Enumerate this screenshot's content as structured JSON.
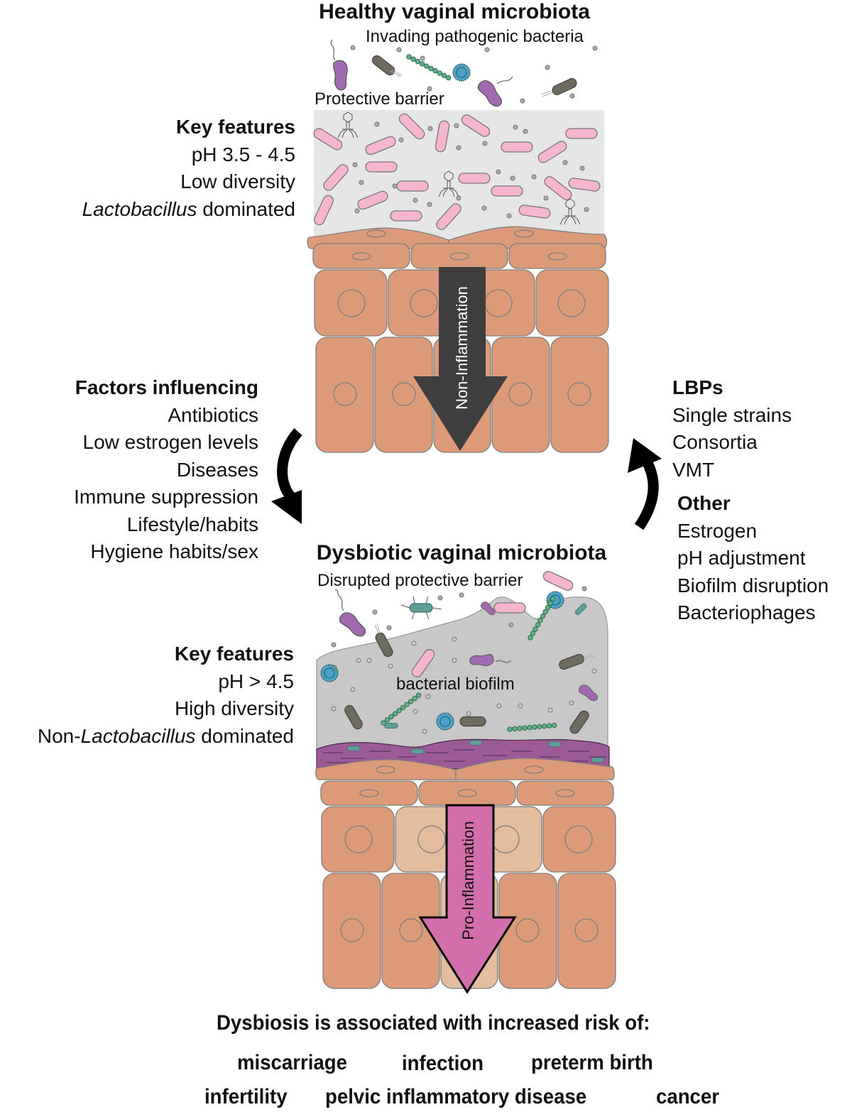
{
  "healthy": {
    "title": "Healthy vaginal microbiota",
    "invading_label": "Invading pathogenic bacteria",
    "barrier_label": "Protective barrier",
    "key_features": {
      "heading": "Key features",
      "ph": "pH 3.5 - 4.5",
      "diversity": "Low diversity",
      "dominance_italic": "Lactobacillus",
      "dominance_rest": " dominated"
    },
    "arrow_label": "Non-Inflammation"
  },
  "factors": {
    "heading": "Factors influencing",
    "items": [
      "Antibiotics",
      "Low estrogen levels",
      "Diseases",
      "Immune suppression",
      "Lifestyle/habits",
      "Hygiene habits/sex"
    ]
  },
  "treatments": {
    "lbps_heading": "LBPs",
    "lbps_items": [
      "Single strains",
      "Consortia",
      "VMT"
    ],
    "other_heading": "Other",
    "other_items": [
      "Estrogen",
      "pH adjustment",
      "Biofilm disruption",
      "Bacteriophages"
    ]
  },
  "dysbiotic": {
    "title": "Dysbiotic vaginal microbiota",
    "barrier_label": "Disrupted protective barrier",
    "biofilm_label": "bacterial biofilm",
    "key_features": {
      "heading": "Key features",
      "ph": "pH > 4.5",
      "diversity": "High diversity",
      "dominance_prefix": "Non-",
      "dominance_italic": "Lactobacillus",
      "dominance_rest": " dominated"
    },
    "arrow_label": "Pro-Inflammation"
  },
  "risks": {
    "heading": "Dysbiosis is associated with increased risk of:",
    "row1": [
      "miscarriage",
      "infection",
      "preterm birth"
    ],
    "row2": [
      "infertility",
      "pelvic inflammatory disease",
      "cancer"
    ]
  },
  "colors": {
    "cell": "#dc9a78",
    "cell_pale": "#e3bd9f",
    "cell_stroke": "#7e7e7e",
    "mucus_healthy": "#e6e6e6",
    "biofilm": "#c8c8c8",
    "lactobacillus": "#f5b5cf",
    "purple_bacteria": "#a06ab0",
    "dark_bacteria": "#6e6a60",
    "green_bacteria": "#5e9e96",
    "cocci": "#62b089",
    "virus": "#4aa2c4",
    "non_inflam_arrow": "#3e3e3e",
    "pro_inflam_arrow": "#d46fae"
  }
}
